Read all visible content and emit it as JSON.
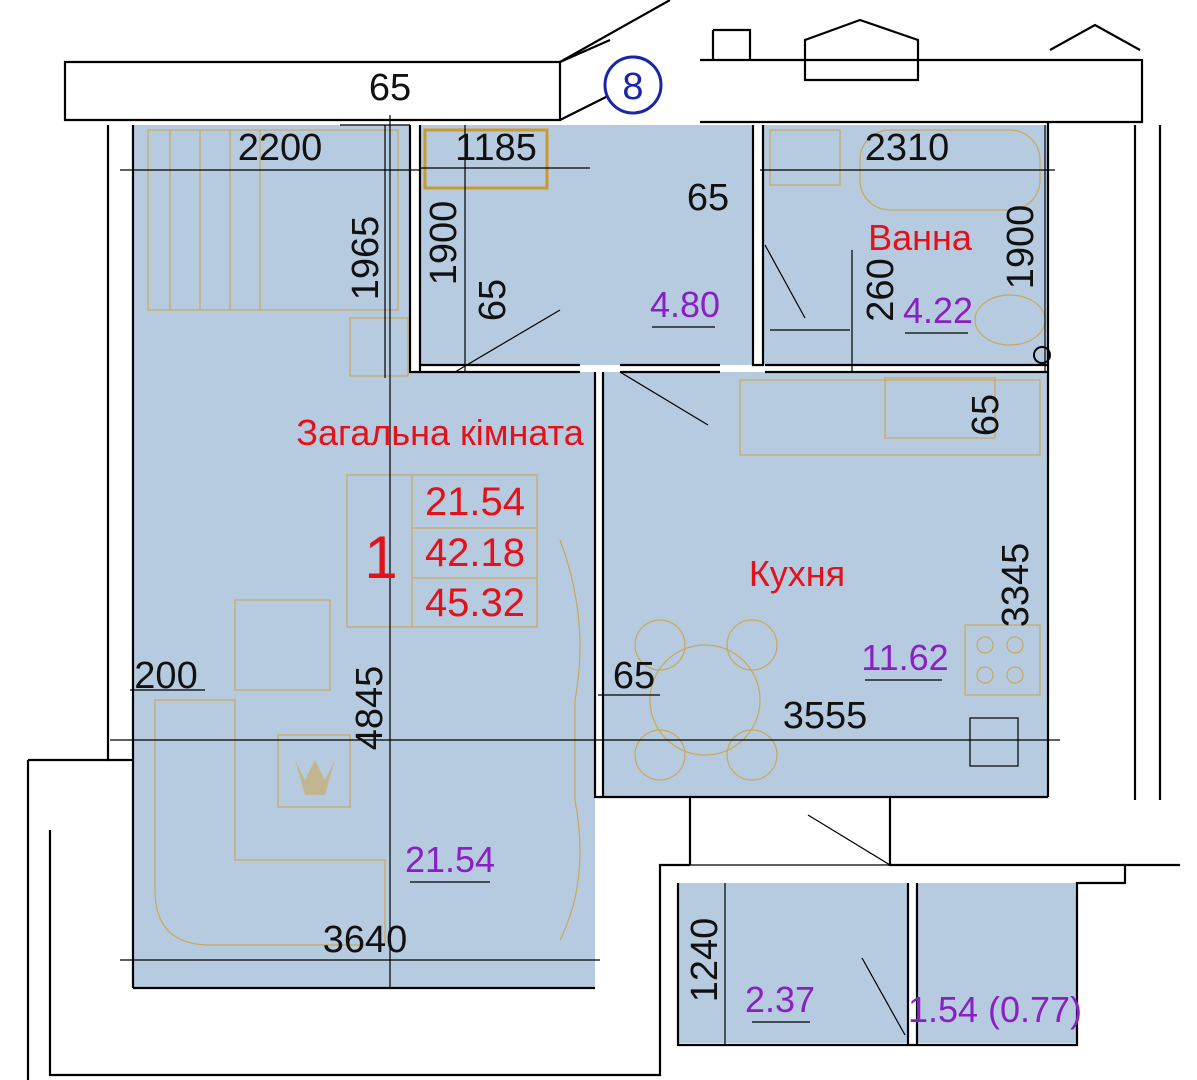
{
  "plan": {
    "axis_marker": "8",
    "summary": {
      "room_count": "1",
      "living_area": "21.54",
      "usable_area": "42.18",
      "total_area": "45.32"
    },
    "rooms": [
      {
        "name": "Загальна кімната",
        "area": "21.54"
      },
      {
        "name": "",
        "area": "4.80"
      },
      {
        "name": "Ванна",
        "area": "4.22"
      },
      {
        "name": "Кухня",
        "area": "11.62"
      },
      {
        "name": "",
        "area": "2.37"
      },
      {
        "name": "",
        "area": "1.54 (0.77)"
      }
    ],
    "dimensions": {
      "d_65_top": "65",
      "d_2200": "2200",
      "d_1185": "1185",
      "d_2310": "2310",
      "d_65_hall": "65",
      "d_1965": "1965",
      "d_1900_hall": "1900",
      "d_65_hall_v": "65",
      "d_1900_bath": "1900",
      "d_260": "260",
      "d_65_kitchen_v": "65",
      "d_3345": "3345",
      "d_200": "200",
      "d_4845": "4845",
      "d_65_kitchen": "65",
      "d_3555": "3555",
      "d_3640": "3640",
      "d_1240": "1240"
    },
    "colors": {
      "room_fill": "#b7cbe0",
      "room_name": "#e3121a",
      "area_label": "#8a1fc4",
      "axis_marker": "#1a25a8",
      "furniture": "#c8a85a"
    }
  }
}
